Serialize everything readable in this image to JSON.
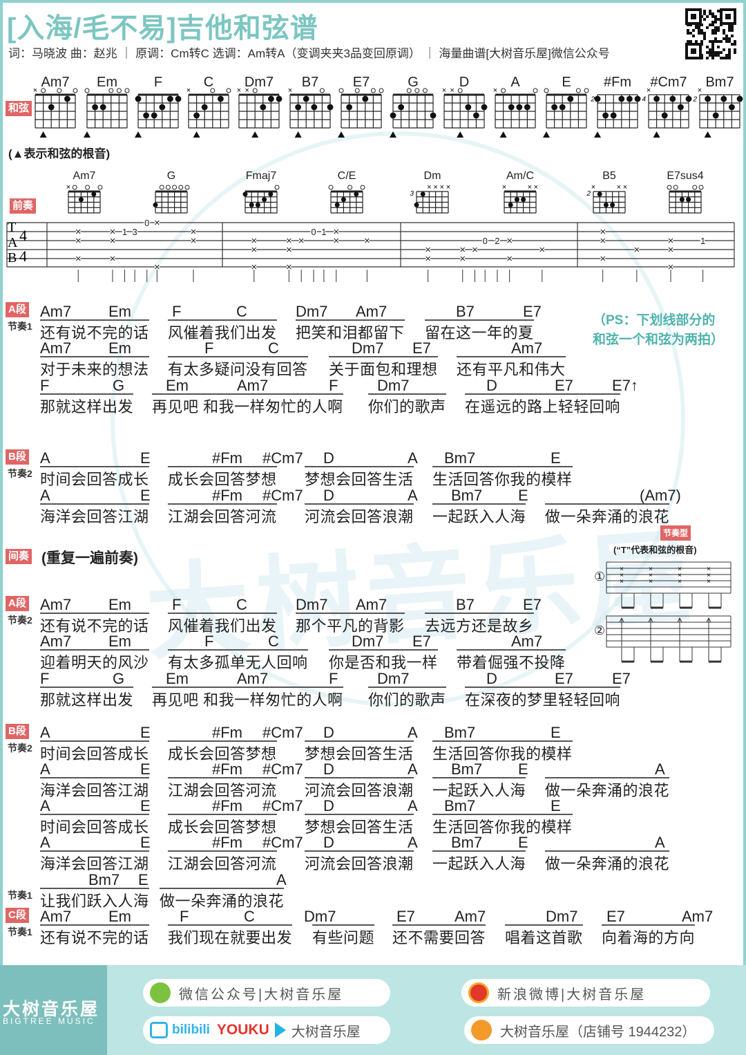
{
  "header": {
    "title": "[入海/毛不易]吉他和弦谱",
    "subtitle": "词：马晓波  曲：赵兆 ｜ 原调：Cm转C  选调：Am转A（变调夹夹3品变回原调） ｜ 海量曲谱[大树音乐屋]微信公众号"
  },
  "chord_row": {
    "label": "和弦",
    "root_note": "(▲表示和弦的根音)",
    "chords": [
      {
        "name": "Am7",
        "frets": [
          "x",
          0,
          2,
          0,
          1,
          0
        ],
        "root": 5
      },
      {
        "name": "Em",
        "frets": [
          0,
          2,
          2,
          0,
          0,
          0
        ],
        "root": 6
      },
      {
        "name": "F",
        "frets": [
          1,
          3,
          3,
          2,
          1,
          1
        ],
        "root": 6
      },
      {
        "name": "C",
        "frets": [
          "x",
          3,
          2,
          0,
          1,
          0
        ],
        "root": 5
      },
      {
        "name": "Dm7",
        "frets": [
          "x",
          "x",
          0,
          2,
          1,
          1
        ],
        "root": 4
      },
      {
        "name": "B7",
        "frets": [
          "x",
          2,
          1,
          2,
          0,
          2
        ],
        "root": 5
      },
      {
        "name": "E7",
        "frets": [
          0,
          2,
          0,
          1,
          0,
          0
        ],
        "root": 6
      },
      {
        "name": "G",
        "frets": [
          3,
          2,
          0,
          0,
          0,
          3
        ],
        "root": 6
      },
      {
        "name": "D",
        "frets": [
          "x",
          "x",
          0,
          2,
          3,
          2
        ],
        "root": 4
      },
      {
        "name": "A",
        "frets": [
          "x",
          0,
          2,
          2,
          2,
          0
        ],
        "root": 5
      },
      {
        "name": "E",
        "frets": [
          0,
          2,
          2,
          1,
          0,
          0
        ],
        "root": 6
      },
      {
        "name": "#Fm",
        "frets": [
          1,
          3,
          3,
          1,
          1,
          1
        ],
        "base": 2,
        "root": 6
      },
      {
        "name": "#Cm7",
        "frets": [
          "x",
          1,
          3,
          1,
          2,
          1
        ],
        "base": 4,
        "root": 5
      },
      {
        "name": "Bm7",
        "frets": [
          "x",
          1,
          3,
          1,
          2,
          1
        ],
        "base": 2,
        "root": 5
      }
    ]
  },
  "prelude": {
    "label": "前奏",
    "chords": [
      {
        "name": "Am7",
        "frets": [
          "x",
          0,
          2,
          0,
          1,
          0
        ]
      },
      {
        "name": "G",
        "frets": [
          3,
          0,
          0,
          0,
          0,
          0
        ]
      },
      {
        "name": "Fmaj7",
        "frets": [
          1,
          3,
          3,
          2,
          1,
          0
        ]
      },
      {
        "name": "C/E",
        "frets": [
          0,
          3,
          2,
          0,
          1,
          0
        ]
      },
      {
        "name": "Dm",
        "frets": [
          3,
          1,
          "x",
          "x",
          "x",
          "x"
        ],
        "base": 3
      },
      {
        "name": "Am/C",
        "frets": [
          "x",
          3,
          2,
          2,
          "x",
          "x"
        ]
      },
      {
        "name": "B5",
        "frets": [
          "x",
          1,
          3,
          3,
          "x",
          "x"
        ],
        "base": 2
      },
      {
        "name": "E7sus4",
        "frets": [
          0,
          0,
          2,
          2,
          0,
          0
        ]
      }
    ],
    "time_signature": [
      "4",
      "4"
    ],
    "tab_letters": [
      "T",
      "A",
      "B"
    ],
    "tab": [
      {
        "m": 0,
        "b": 1.0,
        "s": [
          2,
          3,
          5
        ],
        "f": "x"
      },
      {
        "m": 0,
        "b": 2.7,
        "s": [
          2,
          3,
          5
        ],
        "f": "x"
      },
      {
        "m": 0,
        "b": 3.3,
        "s": [
          2
        ],
        "f": "1"
      },
      {
        "m": 0,
        "b": 3.8,
        "s": [
          2
        ],
        "f": "3"
      },
      {
        "m": 0,
        "b": 4.4,
        "s": [
          1
        ],
        "f": "0"
      },
      {
        "m": 0,
        "b": 4.9,
        "s": [
          1,
          6
        ],
        "f": "x"
      },
      {
        "m": 0,
        "b": 6.7,
        "s": [
          2,
          3
        ],
        "f": "x"
      },
      {
        "m": 1,
        "b": 1.0,
        "s": [
          3,
          4,
          6
        ],
        "f": "x"
      },
      {
        "m": 1,
        "b": 2.7,
        "s": [
          3,
          4,
          6
        ],
        "f": "x"
      },
      {
        "m": 1,
        "b": 3.3,
        "s": [
          3
        ],
        "f": "x"
      },
      {
        "m": 1,
        "b": 3.9,
        "s": [
          2
        ],
        "f": "0"
      },
      {
        "m": 1,
        "b": 4.4,
        "s": [
          2
        ],
        "f": "1"
      },
      {
        "m": 1,
        "b": 5.0,
        "s": [
          2,
          3
        ],
        "f": "x"
      },
      {
        "m": 1,
        "b": 6.5,
        "s": [
          3
        ],
        "f": "x"
      },
      {
        "m": 2,
        "b": 0.8,
        "s": [
          4,
          5
        ],
        "f": "x"
      },
      {
        "m": 2,
        "b": 2.5,
        "s": [
          4,
          5
        ],
        "f": "x"
      },
      {
        "m": 2,
        "b": 3.1,
        "s": [
          4
        ],
        "f": "x"
      },
      {
        "m": 2,
        "b": 3.6,
        "s": [
          3
        ],
        "f": "0"
      },
      {
        "m": 2,
        "b": 4.2,
        "s": [
          3
        ],
        "f": "2"
      },
      {
        "m": 2,
        "b": 4.8,
        "s": [
          3,
          5
        ],
        "f": "x"
      },
      {
        "m": 2,
        "b": 6.4,
        "s": [
          4
        ],
        "f": "x"
      },
      {
        "m": 3,
        "b": 0.8,
        "s": [
          2,
          3,
          5
        ],
        "f": "x"
      },
      {
        "m": 3,
        "b": 2.7,
        "s": [
          4
        ],
        "f": "x"
      },
      {
        "m": 3,
        "b": 4.6,
        "s": [
          3,
          4,
          6
        ],
        "f": "x"
      },
      {
        "m": 3,
        "b": 6.4,
        "s": [
          3
        ],
        "f": "1"
      }
    ]
  },
  "ps_note": "（PS：下划线部分的\n和弦一个和弦为两拍）",
  "interlude": {
    "label": "间奏",
    "text": "(重复一遍前奏)"
  },
  "rhythm_patterns": {
    "label": "节奏型",
    "note": "(“T”代表和弦的根音)",
    "items": [
      "①",
      "②"
    ]
  },
  "sections": [
    {
      "label": "A段",
      "rhythm": "节奏1",
      "lines": [
        {
          "chords": [
            "Am7",
            "Em",
            "F",
            "C",
            "Dm7",
            "Am7",
            "B7",
            "E7"
          ],
          "lyrics": [
            "还有说不完的话",
            "风催着我们出发",
            "把笑和泪都留下",
            "留在这一年的夏"
          ]
        },
        {
          "chords": [
            "Am7",
            "Em",
            "F",
            "C",
            "Dm7",
            "E7",
            "Am7"
          ],
          "lyrics": [
            "对于未来的想法",
            "有太多疑问没有回答",
            "关于面包和理想",
            "还有平凡和伟大"
          ]
        },
        {
          "chords": [
            "F",
            "G",
            "Em",
            "Am7",
            "F",
            "Dm7",
            "D",
            "E7",
            "E7↑"
          ],
          "lyrics": [
            "那就这样出发",
            "再见吧 和我一样匆忙的人啊",
            "你们的歌声",
            "在遥远的路上轻轻回响"
          ]
        }
      ]
    },
    {
      "label": "B段",
      "rhythm": "节奏2",
      "lines": [
        {
          "chords": [
            "A",
            "E",
            "#Fm",
            "#Cm7",
            "D",
            "A",
            "Bm7",
            "E"
          ],
          "lyrics": [
            "时间会回答成长",
            "成长会回答梦想",
            "梦想会回答生活",
            "生活回答你我的模样"
          ]
        },
        {
          "chords": [
            "A",
            "E",
            "#Fm",
            "#Cm7",
            "D",
            "A",
            "Bm7",
            "E",
            "(Am7)"
          ],
          "lyrics": [
            "海洋会回答江湖",
            "江湖会回答河流",
            "河流会回答浪潮",
            "一起跃入人海",
            "做一朵奔涌的浪花"
          ]
        }
      ]
    },
    {
      "label": "A段",
      "rhythm": "节奏2",
      "lines": [
        {
          "chords": [
            "Am7",
            "Em",
            "F",
            "C",
            "Dm7",
            "Am7",
            "B7",
            "E7"
          ],
          "lyrics": [
            "还有说不完的话",
            "风催着我们出发",
            "那个平凡的背影",
            "去远方还是故乡"
          ]
        },
        {
          "chords": [
            "Am7",
            "Em",
            "F",
            "C",
            "Dm7",
            "E7",
            "Am7"
          ],
          "lyrics": [
            "迎着明天的风沙",
            "有太多孤单无人回响",
            "你是否和我一样",
            "带着倔强不投降"
          ]
        },
        {
          "chords": [
            "F",
            "G",
            "Em",
            "Am7",
            "F",
            "Dm7",
            "D",
            "E7",
            "E7"
          ],
          "lyrics": [
            "那就这样出发",
            "再见吧 和我一样匆忙的人啊",
            "你们的歌声",
            "在深夜的梦里轻轻回响"
          ]
        }
      ]
    },
    {
      "label": "B段",
      "rhythm": "节奏2",
      "lines": [
        {
          "chords": [
            "A",
            "E",
            "#Fm",
            "#Cm7",
            "D",
            "A",
            "Bm7",
            "E"
          ],
          "lyrics": [
            "时间会回答成长",
            "成长会回答梦想",
            "梦想会回答生活",
            "生活回答你我的模样"
          ]
        },
        {
          "chords": [
            "A",
            "E",
            "#Fm",
            "#Cm7",
            "D",
            "A",
            "Bm7",
            "E",
            "A"
          ],
          "lyrics": [
            "海洋会回答江湖",
            "江湖会回答河流",
            "河流会回答浪潮",
            "一起跃入人海",
            "做一朵奔涌的浪花"
          ]
        },
        {
          "chords": [
            "A",
            "E",
            "#Fm",
            "#Cm7",
            "D",
            "A",
            "Bm7",
            "E"
          ],
          "lyrics": [
            "时间会回答成长",
            "成长会回答梦想",
            "梦想会回答生活",
            "生活回答你我的模样"
          ]
        },
        {
          "chords": [
            "A",
            "E",
            "#Fm",
            "#Cm7",
            "D",
            "A",
            "Bm7",
            "E",
            "A"
          ],
          "lyrics": [
            "海洋会回答江湖",
            "江湖会回答河流",
            "河流会回答浪潮",
            "一起跃入人海",
            "做一朵奔涌的浪花"
          ]
        }
      ]
    },
    {
      "label": "",
      "rhythm": "节奏1",
      "lines": [
        {
          "chords": [
            "Bm7",
            "E",
            "A"
          ],
          "lyrics": [
            "让我们跃入人海",
            "做一朵奔涌的浪花"
          ]
        }
      ]
    },
    {
      "label": "C段",
      "rhythm": "节奏1",
      "lines": [
        {
          "chords": [
            "Am7",
            "Em",
            "F",
            "C",
            "Dm7",
            "E7",
            "Am7",
            "Dm7",
            "E7",
            "Am7"
          ],
          "lyrics": [
            "还有说不完的话",
            "我们现在就要出发",
            "有些问题",
            "还不需要回答",
            "唱着这首歌",
            "向着海的方向"
          ]
        }
      ]
    }
  ],
  "footer": {
    "brand_cn": "大树音乐屋",
    "brand_en": "BIGTREE MUSIC",
    "wechat": "微信公众号|大树音乐屋",
    "weibo": "新浪微博|大树音乐屋",
    "bilibili": "bilibili",
    "youku": "YOUKU",
    "video_name": "大树音乐屋",
    "taobao": "大树音乐屋（店铺号 1944232）"
  },
  "watermark": "大树音乐屋",
  "colors": {
    "accent": "#7cc6c2",
    "tag": "#e06565",
    "ps": "#4fb3ad",
    "footer": "#bde5e3",
    "brand": "#7dbfbc"
  }
}
